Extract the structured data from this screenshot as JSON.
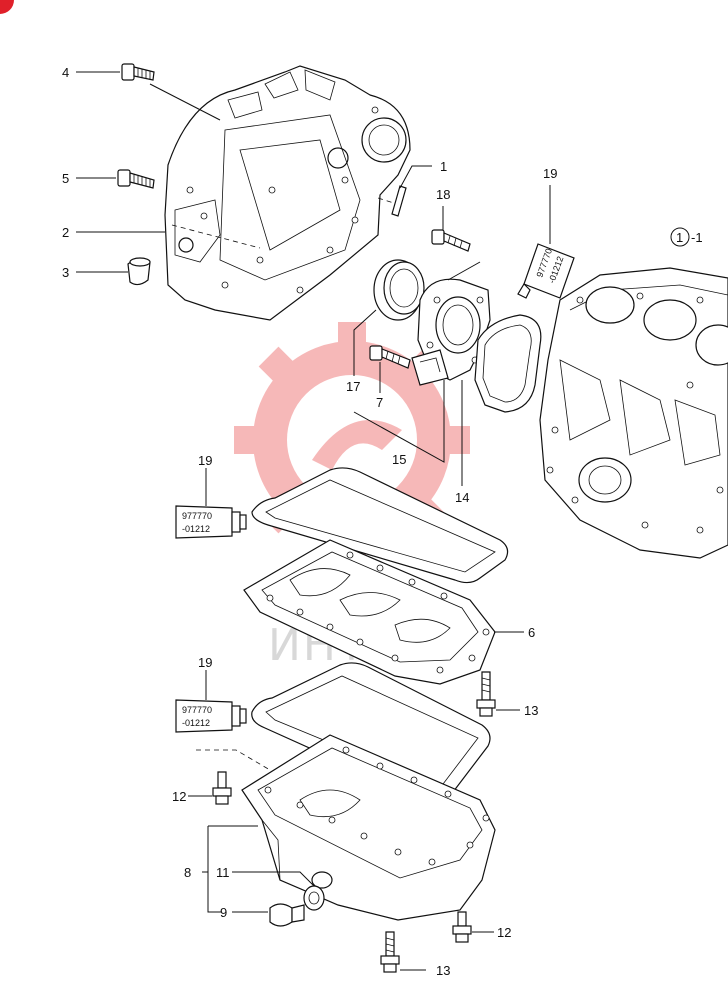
{
  "labels": {
    "p1": "1",
    "p2": "2",
    "p3": "3",
    "p4": "4",
    "p5": "5",
    "p6": "6",
    "p7": "7",
    "p8": "8",
    "p9": "9",
    "p11": "11",
    "p12a": "12",
    "p12b": "12",
    "p13a": "13",
    "p13b": "13",
    "p14": "14",
    "p15": "15",
    "p17": "17",
    "p18": "18",
    "p19a": "19",
    "p19b": "19",
    "p19c": "19",
    "ref_circle": "1",
    "ref_suffix": "-1"
  },
  "sealant_tube": {
    "code_line1": "977770",
    "code_line2": "-01212"
  },
  "watermark": {
    "text": "ИНТЕХ",
    "gear_color": "#f07f7f",
    "text_color": "#d8d8d8"
  },
  "colors": {
    "line": "#111111",
    "corner_mark": "#e0202a"
  }
}
